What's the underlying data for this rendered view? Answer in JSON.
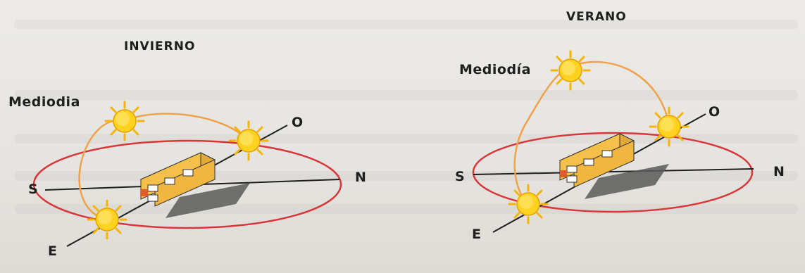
{
  "winter": {
    "title": "INVIERNO",
    "noon_label": "Mediodia",
    "directions": {
      "south": "S",
      "north": "N",
      "east": "E",
      "west": "O"
    }
  },
  "summer": {
    "title": "VERANO",
    "noon_label": "Mediodía",
    "directions": {
      "south": "S",
      "north": "N",
      "east": "E",
      "west": "O"
    }
  },
  "colors": {
    "horizon_ellipse": "#d8373a",
    "sun_path": "#f0a24a",
    "sun_fill": "#ffd21f",
    "sun_rays": "#f6b400",
    "axis": "#1e1e1e",
    "building_front": "#f5c04a",
    "building_side": "#e0a93a",
    "shadow": "#5a5a5a"
  },
  "icons": [
    "sun-icon",
    "building-icon"
  ]
}
